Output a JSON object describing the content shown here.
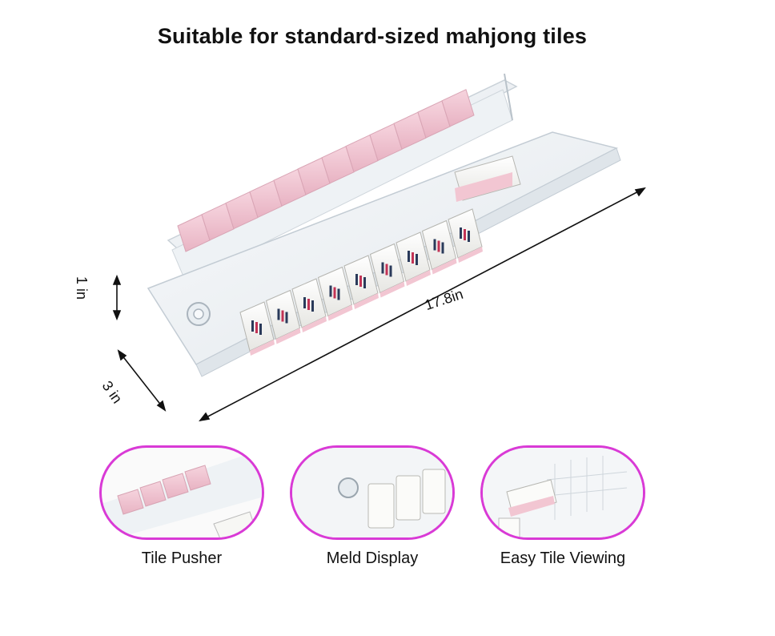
{
  "title": "Suitable for standard-sized mahjong tiles",
  "dimensions": {
    "length": "17.8in",
    "height": "1 in",
    "width": "3 in"
  },
  "features": [
    {
      "label": "Tile Pusher"
    },
    {
      "label": "Meld Display"
    },
    {
      "label": "Easy Tile Viewing"
    }
  ],
  "colors": {
    "accent_ring": "#d93ad6",
    "tile_pink": "#f2c6d2",
    "tile_white": "#f4f4f1"
  }
}
